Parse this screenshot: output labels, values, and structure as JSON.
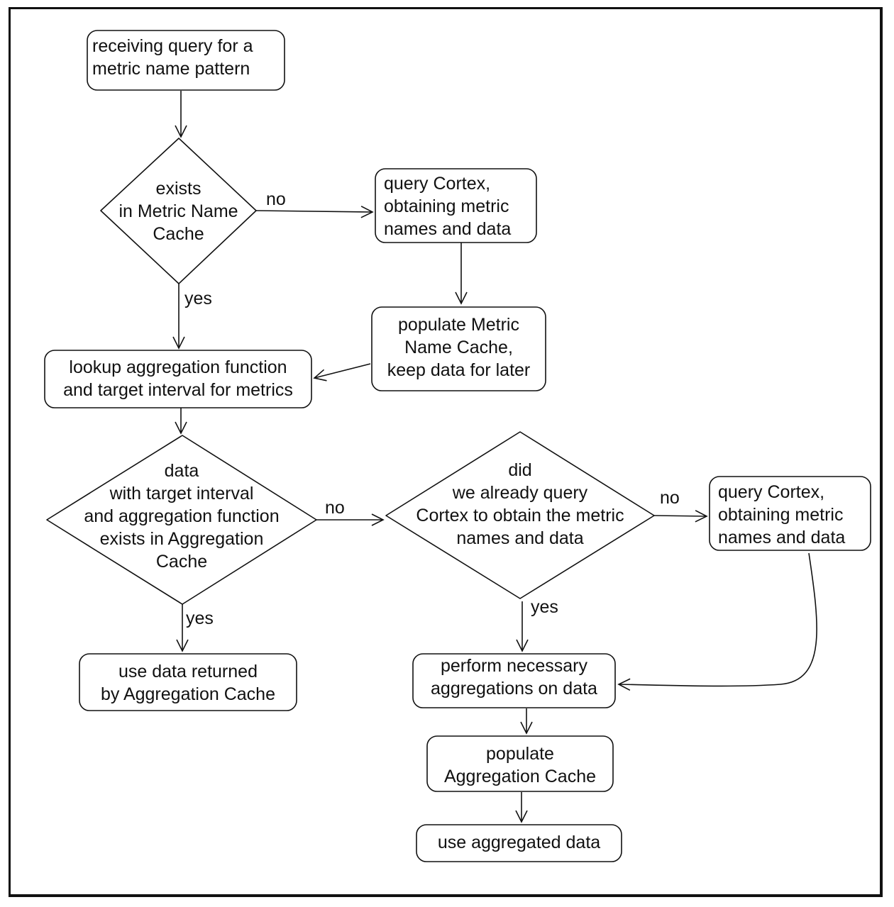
{
  "nodes": {
    "start": "receiving query for a\nmetric name pattern",
    "decision_metric_cache": "exists\nin Metric Name\nCache",
    "query_cortex_1": "query Cortex,\nobtaining metric\nnames and data",
    "populate_metric_cache": "populate Metric\nName Cache,\nkeep data for later",
    "lookup_aggregation": "lookup aggregation function\nand target interval for metrics",
    "decision_aggregation_cache": "data\nwith target interval\nand aggregation function\nexists in Aggregation\nCache",
    "decision_already_queried": "did\nwe already query\nCortex to obtain the metric\nnames and data",
    "query_cortex_2": "query Cortex,\nobtaining metric\nnames and data",
    "use_cache_data": "use data returned\nby Aggregation Cache",
    "perform_aggregations": "perform necessary\naggregations on data",
    "populate_aggregation_cache": "populate\nAggregation Cache",
    "use_aggregated": "use aggregated data"
  },
  "edge_labels": {
    "metric_cache_no": "no",
    "metric_cache_yes": "yes",
    "aggregation_cache_no": "no",
    "aggregation_cache_yes": "yes",
    "already_queried_no": "no",
    "already_queried_yes": "yes"
  },
  "colors": {
    "stroke": "#111111",
    "background": "#ffffff"
  }
}
